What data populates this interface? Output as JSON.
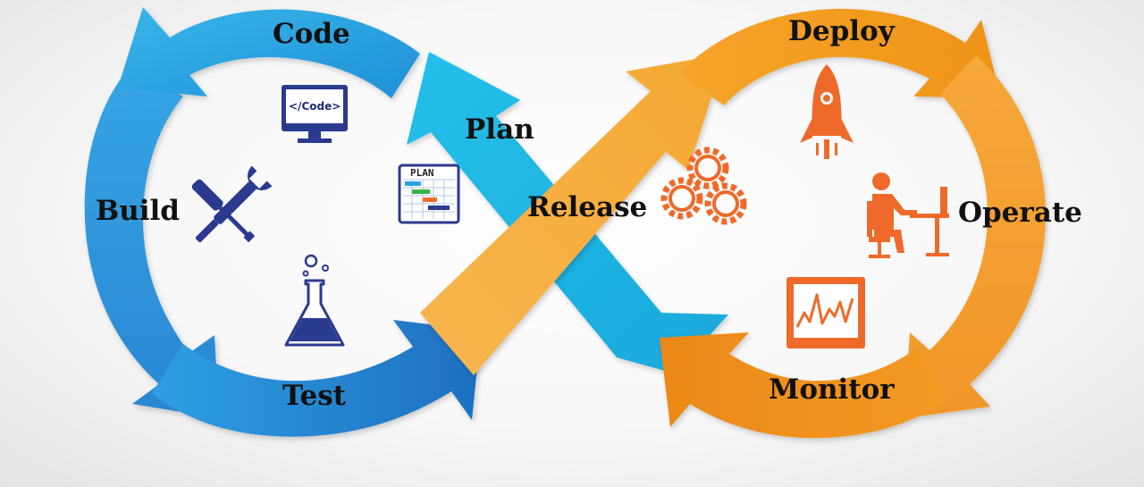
{
  "diagram": {
    "stages": {
      "code": "Code",
      "plan": "Plan",
      "build": "Build",
      "test": "Test",
      "release": "Release",
      "deploy": "Deploy",
      "operate": "Operate",
      "monitor": "Monitor"
    },
    "icons": {
      "code_screen_text": "</Code>",
      "plan_board_text": "PLAN"
    },
    "colors": {
      "blue_light": "#2bb7e6",
      "blue_mid": "#2e8fd9",
      "blue_dark": "#1f6fc1",
      "orange_light": "#f6b04a",
      "orange_mid": "#f39a22",
      "orange_dark": "#e8861a",
      "icon_navy": "#2a3a8f",
      "icon_orange": "#ef6a2a"
    }
  }
}
